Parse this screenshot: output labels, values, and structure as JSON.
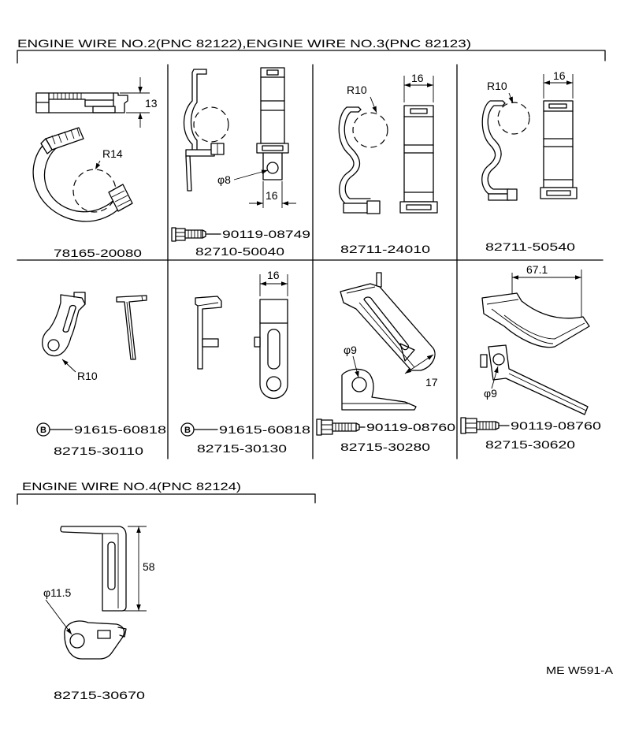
{
  "sections": {
    "engine_wire_2_3": {
      "title": "ENGINE WIRE NO.2(PNC 82122),ENGINE WIRE NO.3(PNC 82123)"
    },
    "engine_wire_4": {
      "title": "ENGINE WIRE NO.4(PNC 82124)"
    }
  },
  "parts": {
    "clamp_20080": {
      "part_no": "78165-20080",
      "dim_height": "13",
      "dim_radius": "R14"
    },
    "clip_50040": {
      "part_no": "82710-50040",
      "dim_hole": "φ8",
      "dim_width": "16",
      "bolt": "90119-08749"
    },
    "clip_24010": {
      "part_no": "82711-24010",
      "dim_radius": "R10",
      "dim_width": "16"
    },
    "clip_50540": {
      "part_no": "82711-50540",
      "dim_radius": "R10",
      "dim_width": "16"
    },
    "bracket_30110": {
      "part_no": "82715-30110",
      "dim_radius": "R10",
      "screw_symbol": "B",
      "screw": "91615-60818"
    },
    "bracket_30130": {
      "part_no": "82715-30130",
      "dim_width": "16",
      "screw_symbol": "B",
      "screw": "91615-60818"
    },
    "bracket_30280": {
      "part_no": "82715-30280",
      "dim_hole": "φ9",
      "dim_width": "17",
      "bolt": "90119-08760"
    },
    "bracket_30620": {
      "part_no": "82715-30620",
      "dim_length": "67.1",
      "dim_hole": "φ9",
      "bolt": "90119-08760"
    },
    "bracket_30670": {
      "part_no": "82715-30670",
      "dim_height": "58",
      "dim_hole": "φ11.5"
    }
  },
  "diagram_id": "ME W591-A"
}
